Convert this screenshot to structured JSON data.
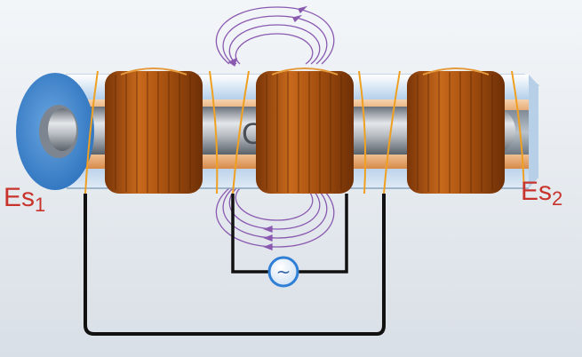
{
  "diagram": {
    "core_label": "Cor",
    "left_label": {
      "base": "Es",
      "sub": "1"
    },
    "right_label": {
      "base": "Es",
      "sub": "2"
    },
    "ac_source_symbol": "~",
    "colors": {
      "background": "#e3e8ee",
      "label_red": "#c8342c",
      "coil_copper": "#b35a14",
      "coil_dark": "#7a3508",
      "tube_blue": "#9fc2e4",
      "tube_end_blue": "#3f86cf",
      "core_grey": "#9aa0a6",
      "field_lines": "#8a5ab0",
      "wire_orange": "#f0a020",
      "circuit_black": "#111111",
      "source_blue": "#2f7fd6"
    }
  }
}
